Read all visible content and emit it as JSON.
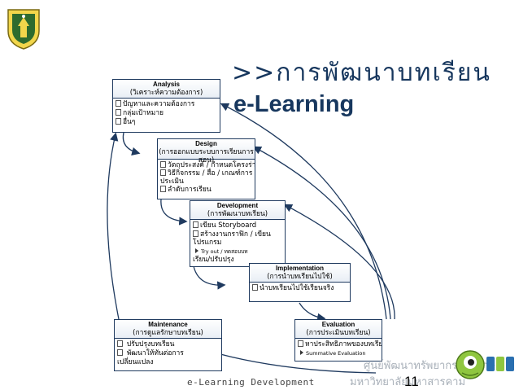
{
  "title": {
    "line1": ">>การพัฒนาบทเรียน",
    "line2": "e-Learning"
  },
  "boxes": {
    "analysis": {
      "en": "Analysis",
      "th": "(วิเคราะห์ความต้องการ)",
      "items": [
        "ปัญหาและความต้องการ",
        "กลุ่มเป้าหมาย",
        "อื่นๆ"
      ]
    },
    "design": {
      "en": "Design",
      "th": "(การออกแบบระบบการเรียนการสอน)",
      "items": [
        "วัตถุประสงค์ / กำหนดโครงร่าง",
        "วิธีกิจกรรม / สื่อ / เกณฑ์การ",
        "ประเมิน",
        "ลำดับการเรียน"
      ]
    },
    "development": {
      "en": "Development",
      "th": "(การพัฒนาบทเรียน)",
      "items": [
        "เขียน Storyboard",
        "สร้างงานกราฟิก / เขียน",
        "โปรแกรม",
        "Try out / ทดสอบบท",
        "เรียน/ปรับปรุง"
      ]
    },
    "implementation": {
      "en": "Implementation",
      "th": "(การนำบทเรียนไปใช้)",
      "items": [
        "นำบทเรียนไปใช้เรียนจริง"
      ]
    },
    "maintenance": {
      "en": "Maintenance",
      "th": "(การดูแลรักษาบทเรียน)",
      "items": [
        "ปรับปรุงบทเรียน",
        "พัฒนาให้ทันต่อการ",
        "เปลี่ยนแปลง"
      ]
    },
    "evaluation": {
      "en": "Evaluation",
      "th": "(การประเมินบทเรียน)",
      "items": [
        "หาประสิทธิภาพของบทเรียน",
        "Summative Evaluation"
      ]
    }
  },
  "footer": {
    "text": "e-Learning Development",
    "page": "11"
  },
  "watermark": {
    "line1": "ศูนย์พัฒนาทรัพยากรการศึกษา",
    "line2": "มหาวิทยาลัยมหาสารคาม"
  },
  "icons": {
    "logo": "university-seal-icon",
    "mascot": "mascot-icon",
    "checkbox": "checkbox-icon",
    "bullet": "triangle-bullet-icon"
  },
  "colors": {
    "title": "#17375e",
    "border": "#1f3a5f",
    "arrow": "#1f3a5f"
  }
}
